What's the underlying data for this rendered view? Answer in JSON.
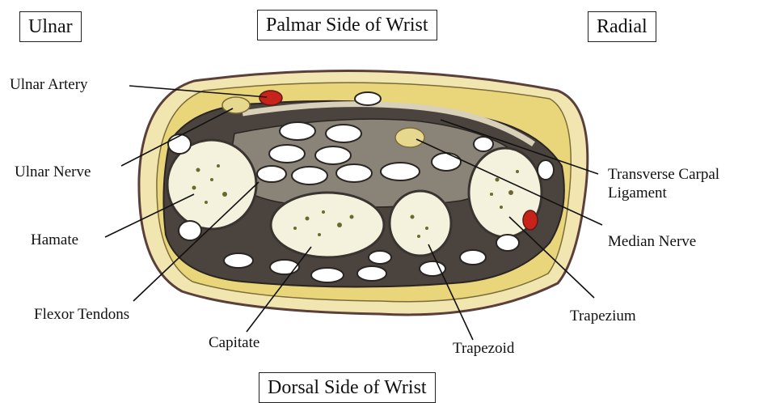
{
  "headers": {
    "ulnar": "Ulnar",
    "palmar": "Palmar Side of Wrist",
    "radial": "Radial",
    "dorsal": "Dorsal Side of Wrist"
  },
  "labels": {
    "ulnar_artery": "Ulnar Artery",
    "ulnar_nerve": "Ulnar Nerve",
    "hamate": "Hamate",
    "flexor_tendons": "Flexor Tendons",
    "capitate": "Capitate",
    "trapezoid": "Trapezoid",
    "trapezium": "Trapezium",
    "median_nerve": "Median Nerve",
    "transverse_carpal_ligament": "Transverse Carpal Ligament"
  },
  "colors": {
    "skin": "#f2e6b0",
    "fat": "#e9d57a",
    "bone": "#f4f1dc",
    "bone_speckle": "#6b6a2c",
    "dark_tissue": "#3b3633",
    "mid_tissue": "#8a8377",
    "tendon": "#ffffff",
    "artery": "#c8231b",
    "nerve": "#e7d88f",
    "outline": "#5b3f3a"
  }
}
